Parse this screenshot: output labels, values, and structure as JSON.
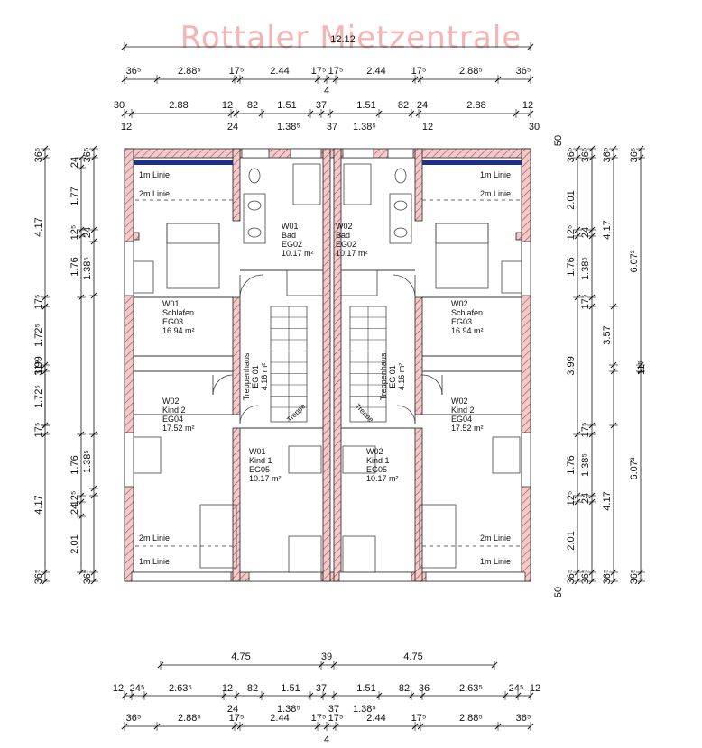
{
  "watermark": "Rottaler Mietzentrale",
  "overall_width": "12.12",
  "rows": {
    "t1": [
      "36⁵",
      "2.88⁵",
      "17⁵",
      "2.44",
      "17⁵",
      "17⁵",
      "2.44",
      "17⁵",
      "2.88⁵",
      "36⁵"
    ],
    "t1_sub": "4",
    "t2_top": [
      "30",
      "2.88",
      "12",
      "82",
      "1.51",
      "37",
      "1.51",
      "82",
      "24",
      "2.88",
      "12"
    ],
    "t2_bot": [
      "12",
      "24",
      "1.38⁵",
      "37",
      "1.38⁵",
      "12",
      "30"
    ],
    "b1": [
      "4.75",
      "39",
      "4.75"
    ],
    "b2_top": [
      "12",
      "24⁵",
      "2.63⁵",
      "12",
      "82",
      "1.51",
      "37",
      "1.51",
      "82",
      "36",
      "2.63⁵",
      "24⁵",
      "12"
    ],
    "b2_bot": [
      "24",
      "1.38⁵",
      "37",
      "1.38⁵"
    ],
    "b3": [
      "36⁵",
      "2.88⁵",
      "17⁵",
      "2.44",
      "17⁵",
      "17⁵",
      "2.44",
      "17⁵",
      "2.88⁵",
      "36⁵"
    ],
    "b3_sub": "4"
  },
  "cols": {
    "l1": [
      "36⁵",
      "4.17",
      "17⁵",
      "3.99",
      "17⁵",
      "4.17",
      "36⁵"
    ],
    "l2": [
      "1.72⁵",
      "11⁵",
      "1.72⁵"
    ],
    "l3": [
      "24",
      "1.77",
      "12⁵",
      "1.76",
      "1.76",
      "12⁵",
      "24",
      "2.01"
    ],
    "l4": [
      "36⁵",
      "24",
      "1.38⁵",
      "1.38⁵",
      "36⁵"
    ],
    "r1": [
      "36⁵",
      "2.01",
      "12⁵",
      "1.76",
      "3.99",
      "1.76",
      "12⁵",
      "2.01",
      "36⁵"
    ],
    "r1_extra": [
      "50",
      "50"
    ],
    "r2": [
      "36⁵",
      "24",
      "1.38⁵",
      "17⁵",
      "17⁵",
      "1.38⁵",
      "24",
      "36⁵"
    ],
    "r3": [
      "36⁵",
      "4.17",
      "3.57",
      "4.17",
      "36⁵"
    ],
    "r3_mid": "11⁵",
    "r4": [
      "36⁵",
      "6.07³",
      "6.07³",
      "36⁵"
    ]
  },
  "rooms": [
    {
      "id": "W01",
      "name": "Bad",
      "code": "EG02",
      "area": "10.17 m²"
    },
    {
      "id": "W02",
      "name": "Bad",
      "code": "EG02",
      "area": "10.17 m²"
    },
    {
      "id": "W01",
      "name": "Schlafen",
      "code": "EG03",
      "area": "16.94 m²"
    },
    {
      "id": "W02",
      "name": "Schlafen",
      "code": "EG03",
      "area": "16.94 m²"
    },
    {
      "id": "W02",
      "name": "Kind 2",
      "code": "EG04",
      "area": "17.52 m²"
    },
    {
      "id": "W02",
      "name": "Kind 2",
      "code": "EG04",
      "area": "17.52 m²"
    },
    {
      "id": "W01",
      "name": "Kind 1",
      "code": "EG05",
      "area": "10.17 m²"
    },
    {
      "id": "W02",
      "name": "Kind 1",
      "code": "EG05",
      "area": "10.17 m²"
    }
  ],
  "stairs": [
    {
      "name": "Treppenhaus",
      "code": "EG 01",
      "area": "4.16 m²"
    },
    {
      "name": "Treppenhaus",
      "code": "EG 01",
      "area": "4.16 m²"
    }
  ],
  "stair_label": "Treppe",
  "line_labels": {
    "one": "1m Linie",
    "two": "2m Linie"
  },
  "colors": {
    "wall": "#f2caca",
    "hatch": "#a84848",
    "dim": "#111111",
    "watermark": "#f4a7a7",
    "window": "#1c2f8a"
  }
}
